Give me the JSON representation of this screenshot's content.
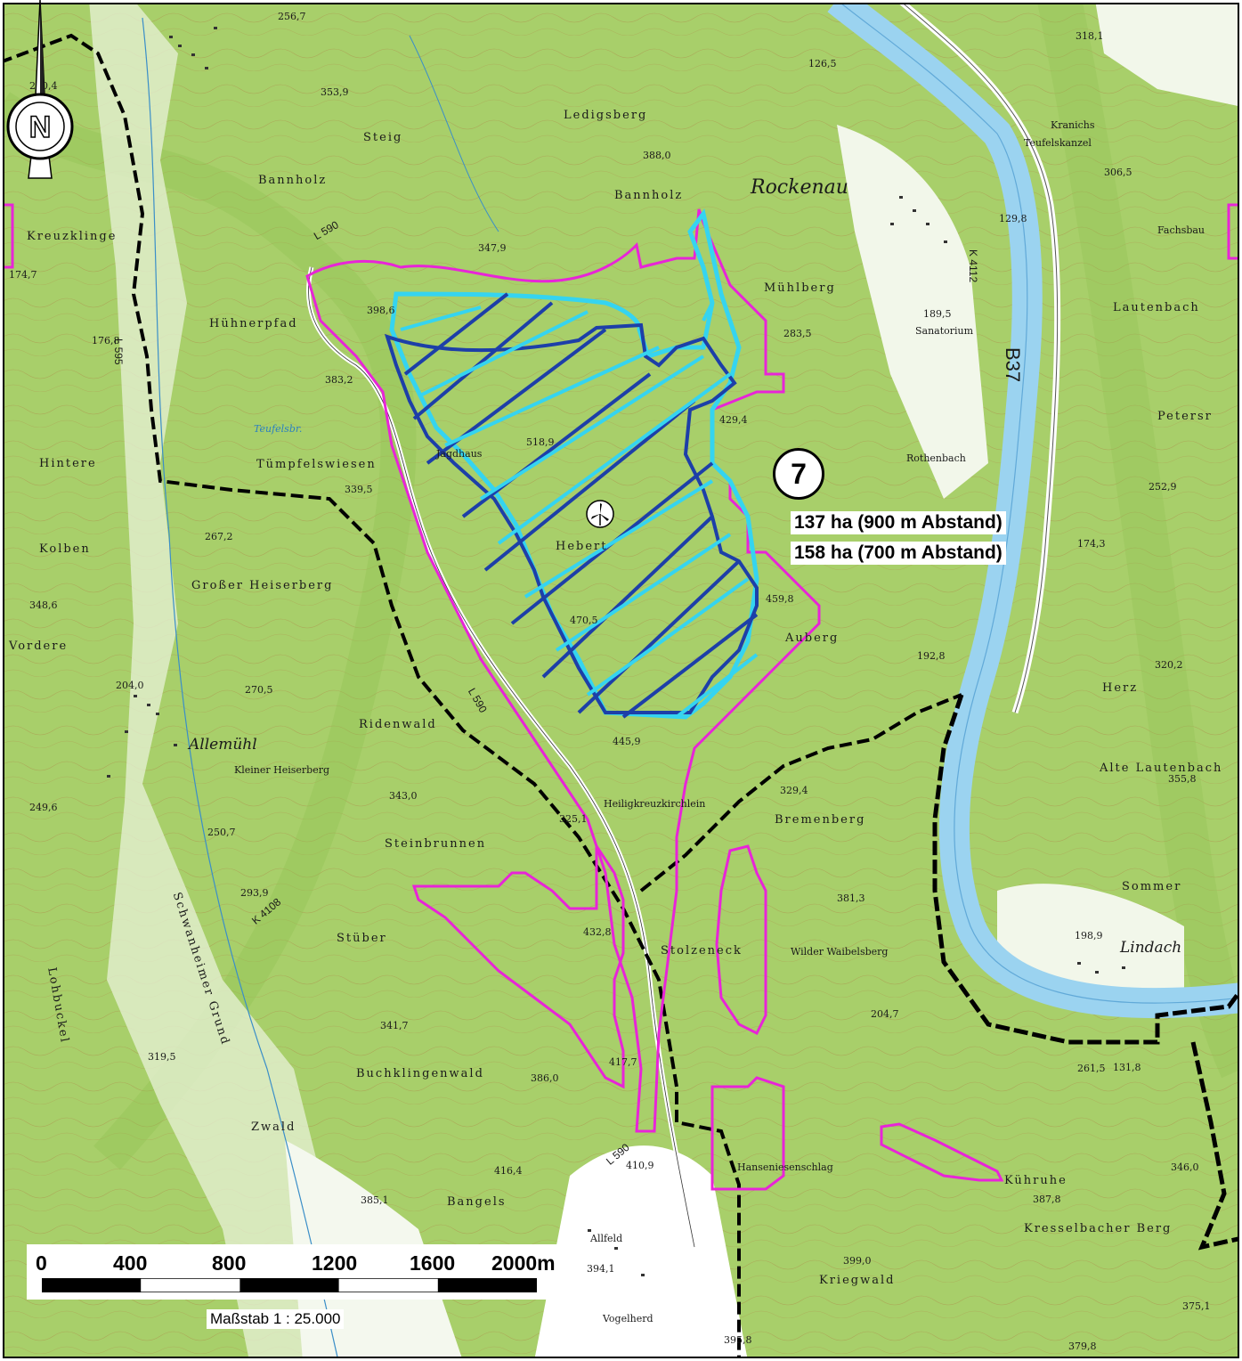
{
  "map": {
    "place_labels": [
      {
        "text": "Rockenau",
        "style": "big"
      },
      {
        "text": "Allemühl",
        "style": "mid"
      },
      {
        "text": "Lindach",
        "style": "mid"
      },
      {
        "text": "Sanatorium",
        "style": "sm"
      },
      {
        "text": "Bannholz",
        "style": ""
      },
      {
        "text": "Bannholz",
        "style": ""
      },
      {
        "text": "Ledigsberg",
        "style": ""
      },
      {
        "text": "Steig",
        "style": ""
      },
      {
        "text": "Mühlberg",
        "style": ""
      },
      {
        "text": "Hühnerpfad",
        "style": ""
      },
      {
        "text": "Tümpfelswiesen",
        "style": ""
      },
      {
        "text": "Großer Heiserberg",
        "style": ""
      },
      {
        "text": "Hebert",
        "style": ""
      },
      {
        "text": "Auberg",
        "style": ""
      },
      {
        "text": "Stüber",
        "style": ""
      },
      {
        "text": "Stolzeneck",
        "style": ""
      },
      {
        "text": "Kriegwald",
        "style": ""
      },
      {
        "text": "Bremenberg",
        "style": ""
      },
      {
        "text": "Steinbrunnen",
        "style": ""
      },
      {
        "text": "Buchklingenwald",
        "style": ""
      },
      {
        "text": "Bangels",
        "style": ""
      },
      {
        "text": "Allfeld",
        "style": "sm"
      },
      {
        "text": "Vogelherd",
        "style": "sm"
      },
      {
        "text": "Kreuzklinge",
        "style": ""
      },
      {
        "text": "Kolben",
        "style": ""
      },
      {
        "text": "Hintere",
        "style": ""
      },
      {
        "text": "Vordere",
        "style": ""
      },
      {
        "text": "Kleiner Heiserberg",
        "style": "sm"
      },
      {
        "text": "Ridenwald",
        "style": ""
      },
      {
        "text": "Schwanheimer Grund",
        "style": ""
      },
      {
        "text": "Lohbuckel",
        "style": ""
      },
      {
        "text": "Zwald",
        "style": ""
      },
      {
        "text": "Lautenbach",
        "style": ""
      },
      {
        "text": "Alte Lautenbach",
        "style": ""
      },
      {
        "text": "Kresselbacher Berg",
        "style": ""
      },
      {
        "text": "Kühruhe",
        "style": ""
      },
      {
        "text": "Heiligkreuzkirchlein",
        "style": "sm"
      },
      {
        "text": "Wilder Waibelsberg",
        "style": "sm"
      },
      {
        "text": "Hanseniesenschlag",
        "style": "sm"
      },
      {
        "text": "Teufelskanzel",
        "style": "sm"
      },
      {
        "text": "Kranichs",
        "style": "sm"
      },
      {
        "text": "Fachsbau",
        "style": "sm"
      },
      {
        "text": "Rothenbach",
        "style": "sm"
      },
      {
        "text": "Petersr",
        "style": ""
      },
      {
        "text": "Herz",
        "style": ""
      },
      {
        "text": "Sommer",
        "style": ""
      },
      {
        "text": "Teufelsbr.",
        "style": "hyd"
      },
      {
        "text": "Jagdhaus",
        "style": "sm"
      }
    ],
    "heights": [
      "220,4",
      "256,7",
      "353,9",
      "388,0",
      "347,9",
      "398,6",
      "383,2",
      "518,9",
      "339,5",
      "267,2",
      "348,6",
      "204,0",
      "270,5",
      "470,5",
      "459,8",
      "445,9",
      "343,0",
      "325,1",
      "250,7",
      "293,9",
      "432,8",
      "341,7",
      "417,7",
      "386,0",
      "319,5",
      "416,4",
      "385,1",
      "410,9",
      "394,1",
      "395,8",
      "429,4",
      "283,5",
      "189,5",
      "129,8",
      "306,5",
      "318,1",
      "174,3",
      "252,9",
      "192,8",
      "320,2",
      "355,8",
      "198,9",
      "204,7",
      "261,5",
      "131,8",
      "346,0",
      "387,8",
      "399,0",
      "375,1",
      "379,8",
      "381,3",
      "329,4",
      "174,7",
      "176,8",
      "249,6",
      "126,5"
    ],
    "road_labels": [
      "L 590",
      "L 590",
      "L 590",
      "L 595",
      "K 4108",
      "K 4112",
      "B37"
    ],
    "windfarm": {
      "id": "7",
      "area_900": "137 ha (900 m Abstand)",
      "area_700": "158 ha (700 m Abstand)",
      "turbine_icon": "wind-turbine-icon"
    },
    "colors": {
      "terrain": "#a8cf6a",
      "terrain_dark": "#8fbf50",
      "river": "#9bd3f0",
      "boundary_magenta": "#e824d8",
      "zone_900": "#1d3fa8",
      "zone_700": "#35d4f0",
      "admin_boundary": "#000000",
      "settlement": "#ffffff"
    }
  },
  "scale": {
    "ticks": [
      "0",
      "400",
      "800",
      "1200",
      "1600",
      "2000m"
    ],
    "ratio": "Maßstab 1 : 25.000"
  },
  "north_arrow": {
    "letter": "N"
  }
}
